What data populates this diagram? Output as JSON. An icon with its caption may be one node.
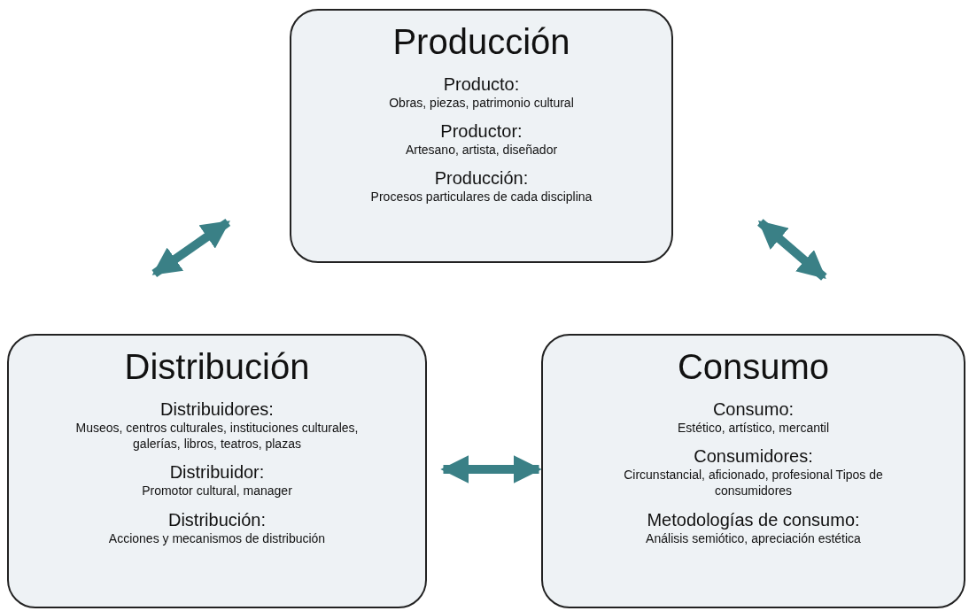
{
  "diagram": {
    "nodes": [
      {
        "text": [
          "Producción",
          "Producto:",
          "Obras, piezas, patrimonio cultural",
          "Productor:",
          "Artesano, artista, diseñador",
          "Producción:",
          "Procesos particulares de cada disciplina"
        ]
      },
      {
        "text": [
          "Distribución",
          "Distribuidores:",
          "Museos, centros culturales, instituciones culturales, galerías, libros, teatros, plazas",
          "Distribuidor:",
          "Promotor cultural, manager",
          "Distribución:",
          "Acciones y mecanismos de distribución"
        ]
      },
      {
        "text": [
          "Consumo",
          "Consumo:",
          "Estético, artístico, mercantil",
          "Consumidores:",
          "Circunstancial, aficionado, profesional Tipos de consumidores",
          "Metodologías de consumo:",
          "Análisis semiótico, apreciación estética"
        ]
      }
    ],
    "edges": [
      {
        "from": 0,
        "to": 1,
        "arrow": "both"
      },
      {
        "from": 0,
        "to": 2,
        "arrow": "both"
      },
      {
        "from": 1,
        "to": 2,
        "arrow": "both"
      }
    ]
  }
}
